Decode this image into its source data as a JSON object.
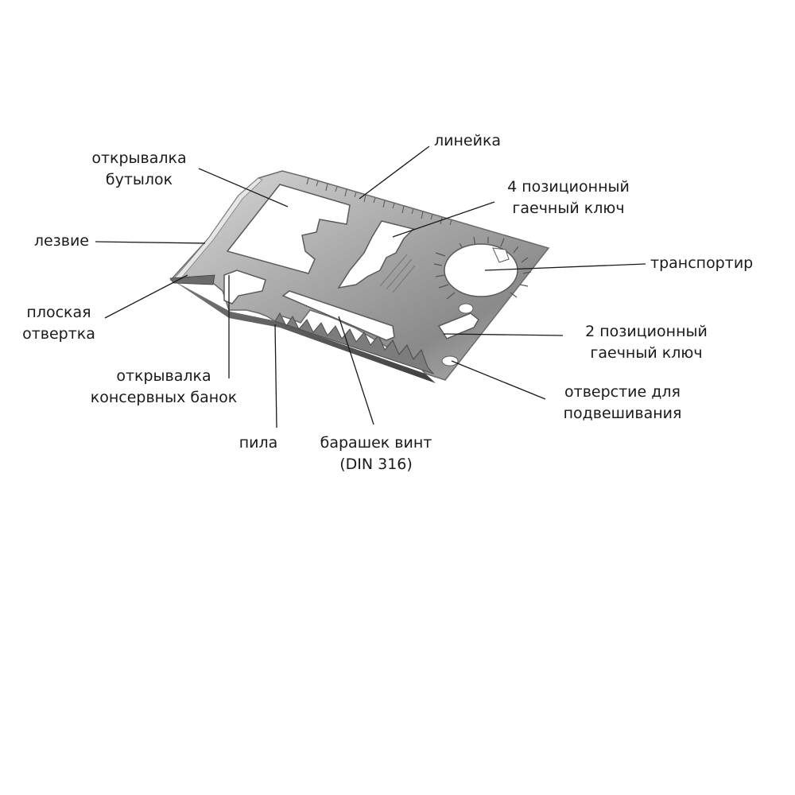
{
  "labels": {
    "ruler": "линейка",
    "bottle_opener": "открывалка\nбутылок",
    "wrench4": "4 позиционный\nгаечный ключ",
    "blade": "лезвие",
    "protractor": "транспортир",
    "screwdriver": "плоская\nотвертка",
    "wrench2": "2 позиционный\nгаечный ключ",
    "can_opener": "открывалка\nконсервных банок",
    "hanging_hole": "отверстие для\nподвешивания",
    "saw": "пила",
    "wing_screw": "барашек винт\n(DIN 316)"
  },
  "colors": {
    "metal_light": "#cfcfcf",
    "metal_mid": "#9c9c9c",
    "metal_dark": "#5a5a5a",
    "text": "#1a1a1a"
  }
}
